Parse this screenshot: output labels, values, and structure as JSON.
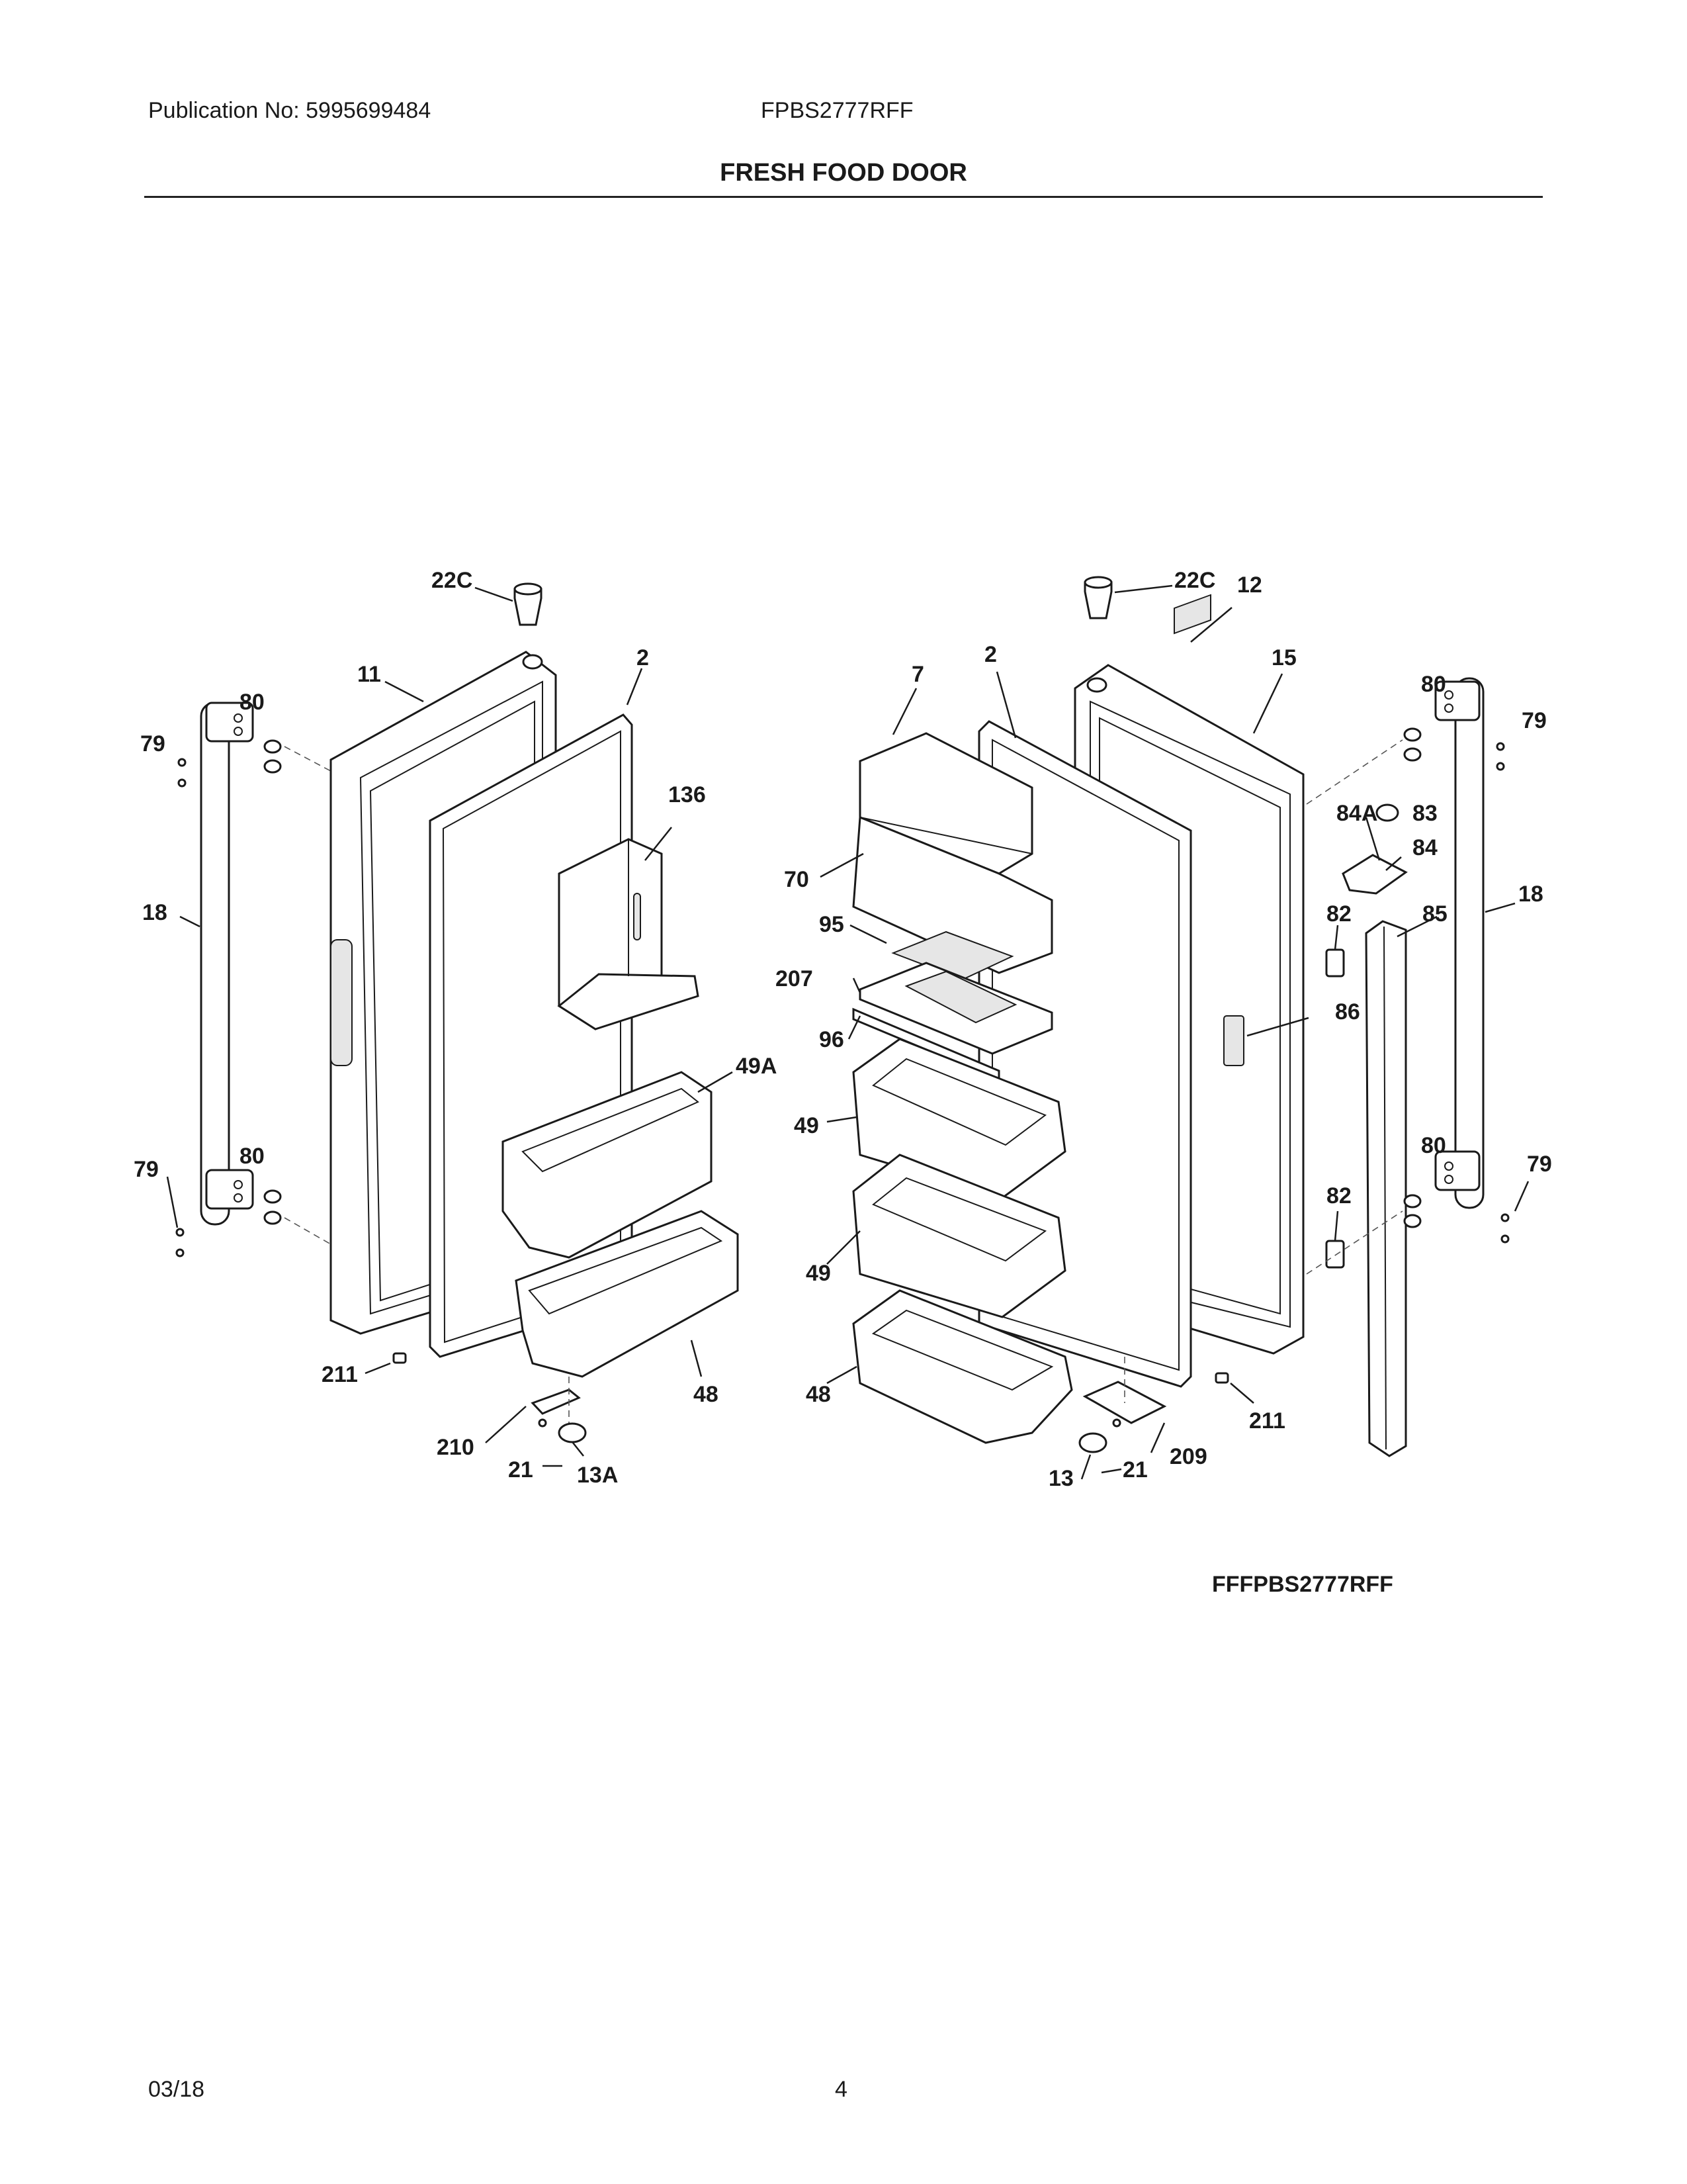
{
  "header": {
    "publication": "Publication No: 5995699484",
    "model": "FPBS2777RFF",
    "title": "FRESH FOOD DOOR"
  },
  "diagram": {
    "reference": "FFFPBS2777RFF",
    "callouts": {
      "left_22c": "22C",
      "left_2": "2",
      "left_11": "11",
      "left_80_top": "80",
      "left_79_top": "79",
      "left_136": "136",
      "left_18": "18",
      "left_49a": "49A",
      "left_79_bot": "79",
      "left_80_bot": "80",
      "left_211": "211",
      "left_48": "48",
      "left_210": "210",
      "left_21": "21",
      "left_13a": "13A",
      "right_22c": "22C",
      "right_12": "12",
      "right_15": "15",
      "right_2": "2",
      "right_7": "7",
      "right_80_top": "80",
      "right_79_top": "79",
      "right_70": "70",
      "right_84a": "84A",
      "right_83": "83",
      "right_84": "84",
      "right_18": "18",
      "right_95": "95",
      "right_82_top": "82",
      "right_85": "85",
      "right_207": "207",
      "right_86": "86",
      "right_96": "96",
      "right_49_top": "49",
      "right_80_bot": "80",
      "right_79_bot": "79",
      "right_82_bot": "82",
      "right_49_bot": "49",
      "right_48": "48",
      "right_211": "211",
      "right_209": "209",
      "right_13": "13",
      "right_21": "21"
    }
  },
  "footer": {
    "date": "03/18",
    "page": "4"
  }
}
